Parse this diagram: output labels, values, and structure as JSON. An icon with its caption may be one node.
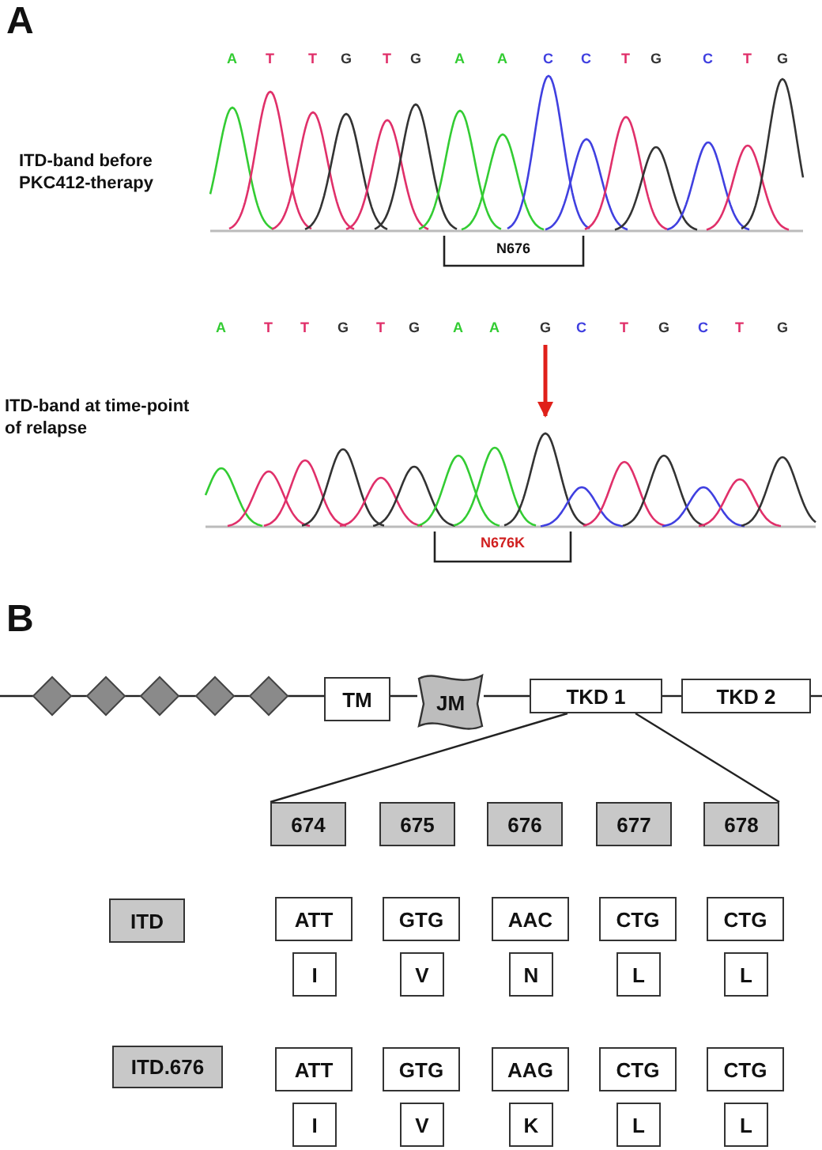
{
  "diagram": {
    "nodes": [
      {
        "text": [],
        "shape": "diamond"
      },
      {
        "text": [],
        "shape": "diamond"
      },
      {
        "text": [],
        "shape": "diamond"
      },
      {
        "text": [],
        "shape": "diamond"
      },
      {
        "text": [],
        "shape": "diamond"
      },
      {
        "text": [
          "TM"
        ]
      },
      {
        "text": [
          "JM"
        ]
      },
      {
        "text": [
          "TKD 1"
        ]
      },
      {
        "text": [
          "TKD 2"
        ]
      },
      {
        "text": [
          "674"
        ]
      },
      {
        "text": [
          "675"
        ]
      },
      {
        "text": [
          "676"
        ]
      },
      {
        "text": [
          "677"
        ]
      },
      {
        "text": [
          "678"
        ]
      },
      {
        "text": [
          "ITD"
        ]
      },
      {
        "text": [
          "ATT"
        ]
      },
      {
        "text": [
          "GTG"
        ]
      },
      {
        "text": [
          "AAC"
        ]
      },
      {
        "text": [
          "CTG"
        ]
      },
      {
        "text": [
          "CTG"
        ]
      },
      {
        "text": [
          "I"
        ]
      },
      {
        "text": [
          "V"
        ]
      },
      {
        "text": [
          "N"
        ]
      },
      {
        "text": [
          "L"
        ]
      },
      {
        "text": [
          "L"
        ]
      },
      {
        "text": [
          "ITD.676"
        ]
      },
      {
        "text": [
          "ATT"
        ]
      },
      {
        "text": [
          "GTG"
        ]
      },
      {
        "text": [
          "AAG"
        ]
      },
      {
        "text": [
          "CTG"
        ]
      },
      {
        "text": [
          "CTG"
        ]
      },
      {
        "text": [
          "I"
        ]
      },
      {
        "text": [
          "V"
        ]
      },
      {
        "text": [
          "K"
        ]
      },
      {
        "text": [
          "L"
        ]
      },
      {
        "text": [
          "L"
        ]
      }
    ],
    "edges": [
      {
        "from": null,
        "to": 0,
        "arrow": "none"
      },
      {
        "from": 0,
        "to": 1,
        "arrow": "none"
      },
      {
        "from": 1,
        "to": 2,
        "arrow": "none"
      },
      {
        "from": 2,
        "to": 3,
        "arrow": "none"
      },
      {
        "from": 3,
        "to": 4,
        "arrow": "none"
      },
      {
        "from": 4,
        "to": 5,
        "arrow": "none"
      },
      {
        "from": 5,
        "to": 6,
        "arrow": "none"
      },
      {
        "from": 6,
        "to": 7,
        "arrow": "none"
      },
      {
        "from": 7,
        "to": 8,
        "arrow": "none"
      },
      {
        "from": 8,
        "to": null,
        "arrow": "none"
      },
      {
        "from": 7,
        "to": 9,
        "arrow": "none"
      },
      {
        "from": 7,
        "to": 13,
        "arrow": "none"
      }
    ],
    "labels": [
      "A",
      "A",
      "T",
      "T",
      "G",
      "T",
      "G",
      "A",
      "A",
      "C",
      "C",
      "T",
      "G",
      "C",
      "T",
      "G",
      "ITD-band before PKC412-therapy",
      "N676",
      "A",
      "T",
      "T",
      "G",
      "T",
      "G",
      "A",
      "A",
      "G",
      "C",
      "T",
      "G",
      "C",
      "T",
      "G",
      "ITD-band at time-point of relapse",
      "N676K",
      "B"
    ]
  }
}
